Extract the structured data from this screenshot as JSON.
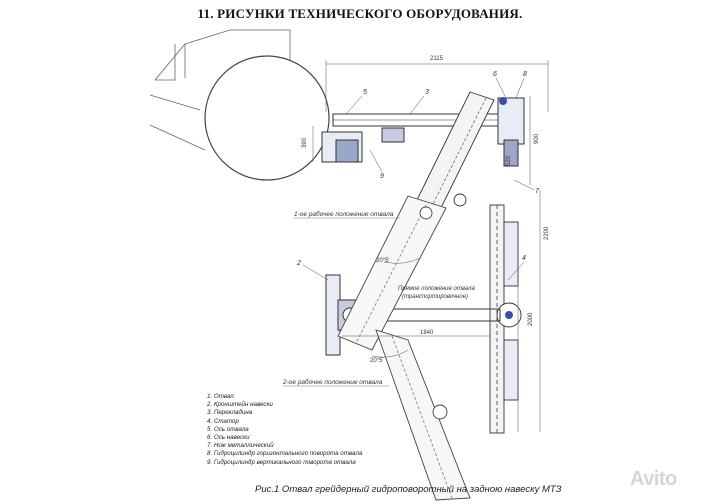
{
  "title": "11. РИСУНКИ ТЕХНИЧЕСКОГО ОБОРУДОВАНИЯ.",
  "caption": "Рис.1 Отвал грейдерный гидроповоротный на задною навеску МТЗ",
  "legend": [
    "1. Отвал",
    "2. Кронштейн навески",
    "3. Перекладина",
    "4. Статор",
    "5. Ось отвала",
    "6. Ось навески",
    "7. Нож металлический",
    "8. Гидроцилиндр горизонтального поворота отвала",
    "9. Гидроцилиндр вертикального поворота отвала"
  ],
  "annotations": {
    "position_1": "1-ое рабочее положение отвала",
    "position_2": "2-ое рабочее положение отвала",
    "straight_1": "Прямое положение отвала",
    "straight_2": "(транспортировочное)"
  },
  "callouts": [
    "5",
    "3",
    "6",
    "8",
    "9",
    "7",
    "2",
    "4"
  ],
  "dimensions": {
    "top_width": "2115",
    "height_left": "390",
    "height_right_1": "900",
    "height_right_2": "520",
    "blade_height": "2200",
    "lower_span": "1840",
    "lower_right": "2000",
    "angle_1": "20°5'",
    "angle_2": "20°5'"
  },
  "watermark": "Avito"
}
